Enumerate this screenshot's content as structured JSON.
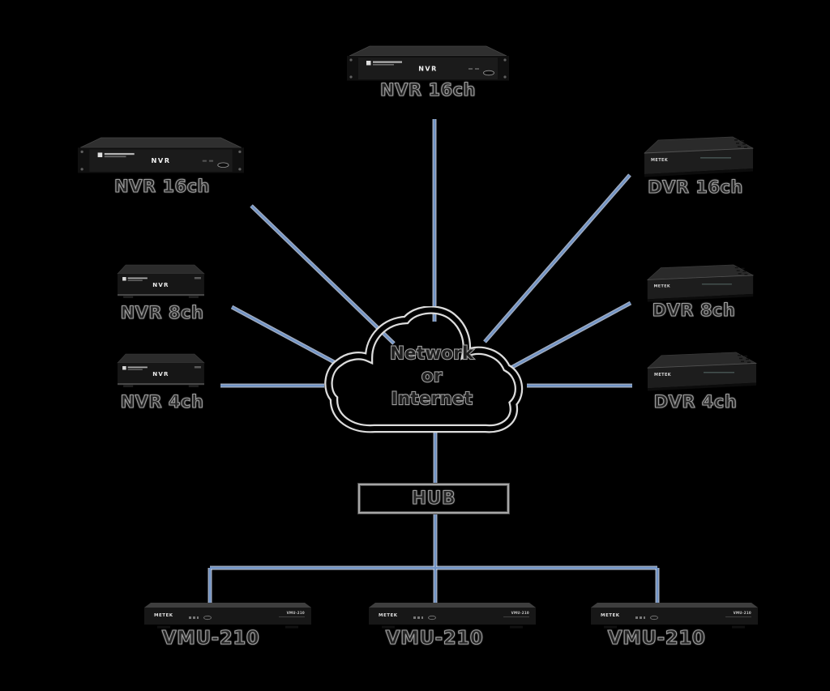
{
  "cloud": {
    "lines": [
      "Network",
      "or",
      "Internet"
    ]
  },
  "hub": {
    "label": "HUB"
  },
  "nodes": {
    "top": {
      "caption": "NVR 16ch",
      "face_label": "NVR"
    },
    "left": [
      {
        "caption": "NVR 16ch",
        "face_label": "NVR"
      },
      {
        "caption": "NVR 8ch",
        "face_label": "NVR"
      },
      {
        "caption": "NVR 4ch",
        "face_label": "NVR"
      }
    ],
    "right": [
      {
        "caption": "DVR 16ch",
        "brand": "METEK"
      },
      {
        "caption": "DVR 8ch",
        "brand": "METEK"
      },
      {
        "caption": "DVR 4ch",
        "brand": "METEK"
      }
    ],
    "bottom": [
      {
        "caption": "VMU-210",
        "brand": "METEK",
        "model": "VMU-210"
      },
      {
        "caption": "VMU-210",
        "brand": "METEK",
        "model": "VMU-210"
      },
      {
        "caption": "VMU-210",
        "brand": "METEK",
        "model": "VMU-210"
      }
    ]
  },
  "colors": {
    "background": "#000000",
    "connector_core": "#6f93c7",
    "connector_edge": "#c9d7ef",
    "cloud_outline": "#000000",
    "cloud_fringe": "#dcdcdc"
  }
}
